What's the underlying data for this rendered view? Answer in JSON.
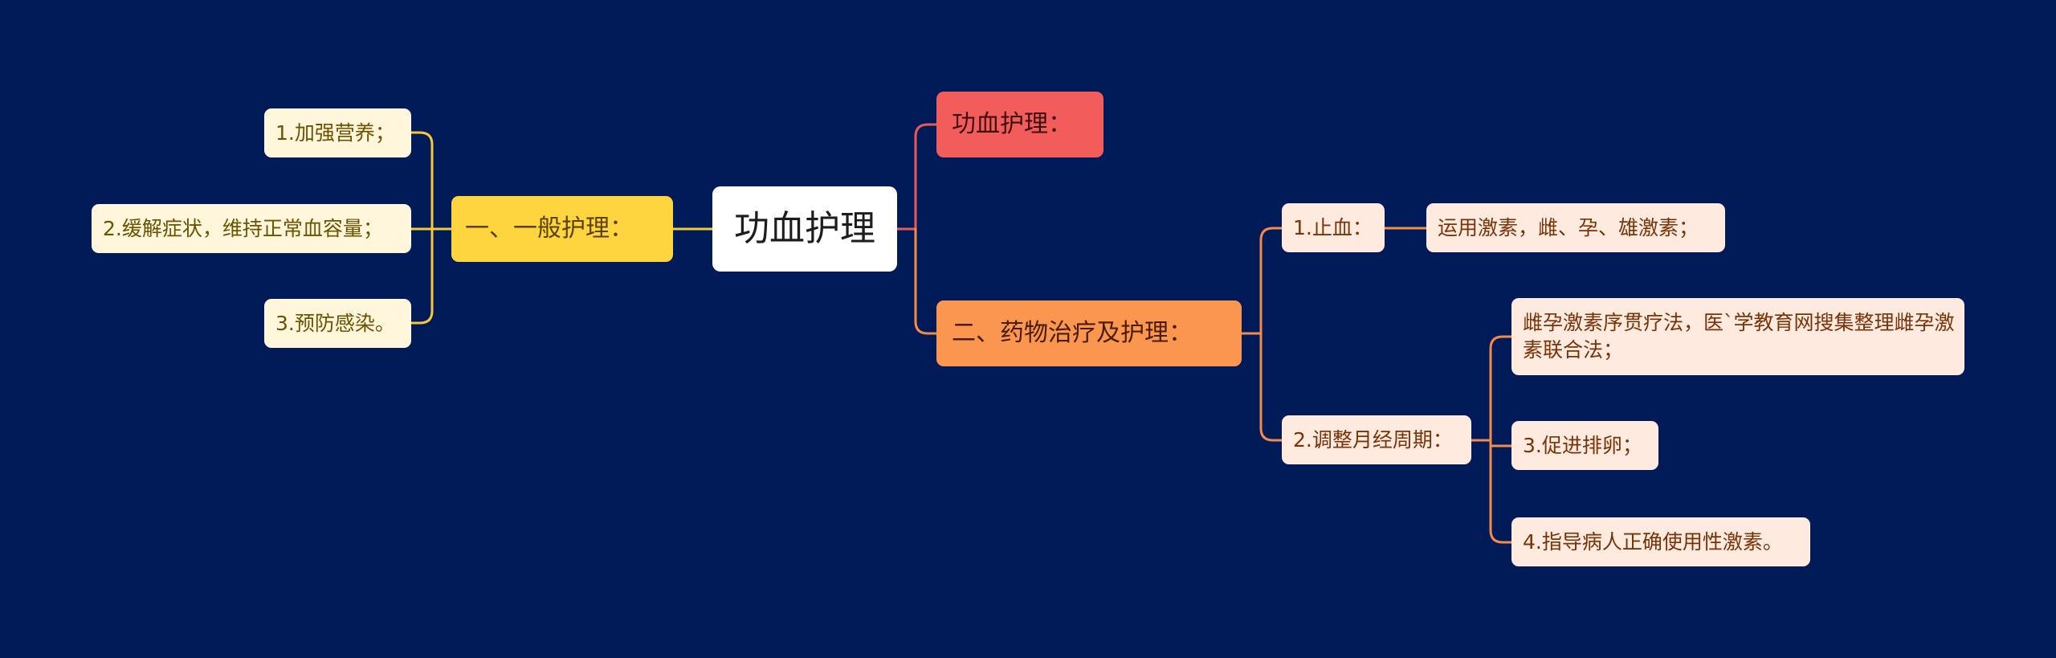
{
  "root": "功血护理",
  "branches": {
    "general": {
      "label": "一、一般护理：",
      "items": [
        "1.加强营养；",
        "2.缓解症状，维持正常血容量；",
        "3.预防感染。"
      ]
    },
    "note": {
      "label": "功血护理："
    },
    "drug": {
      "label": "二、药物治疗及护理：",
      "hemostasis": {
        "label": "1.止血：",
        "detail": "运用激素，雌、孕、雄激素；"
      },
      "cycle": {
        "label": "2.调整月经周期：",
        "items": [
          "雌孕激素序贯疗法，医`学教育网搜集整理雌孕激素联合法；",
          "3.促进排卵；",
          "4.指导病人正确使用性激素。"
        ]
      }
    }
  },
  "colors": {
    "background": "#011a58",
    "yellow": "#ffd53f",
    "red": "#f25d5c",
    "orange": "#fb9650",
    "leaf_yellow": "#fff6dc",
    "leaf_orange": "#feeadf",
    "edge_yellow": "#f5c93a",
    "edge_red": "#e85a5a",
    "edge_orange": "#f48b4a"
  }
}
